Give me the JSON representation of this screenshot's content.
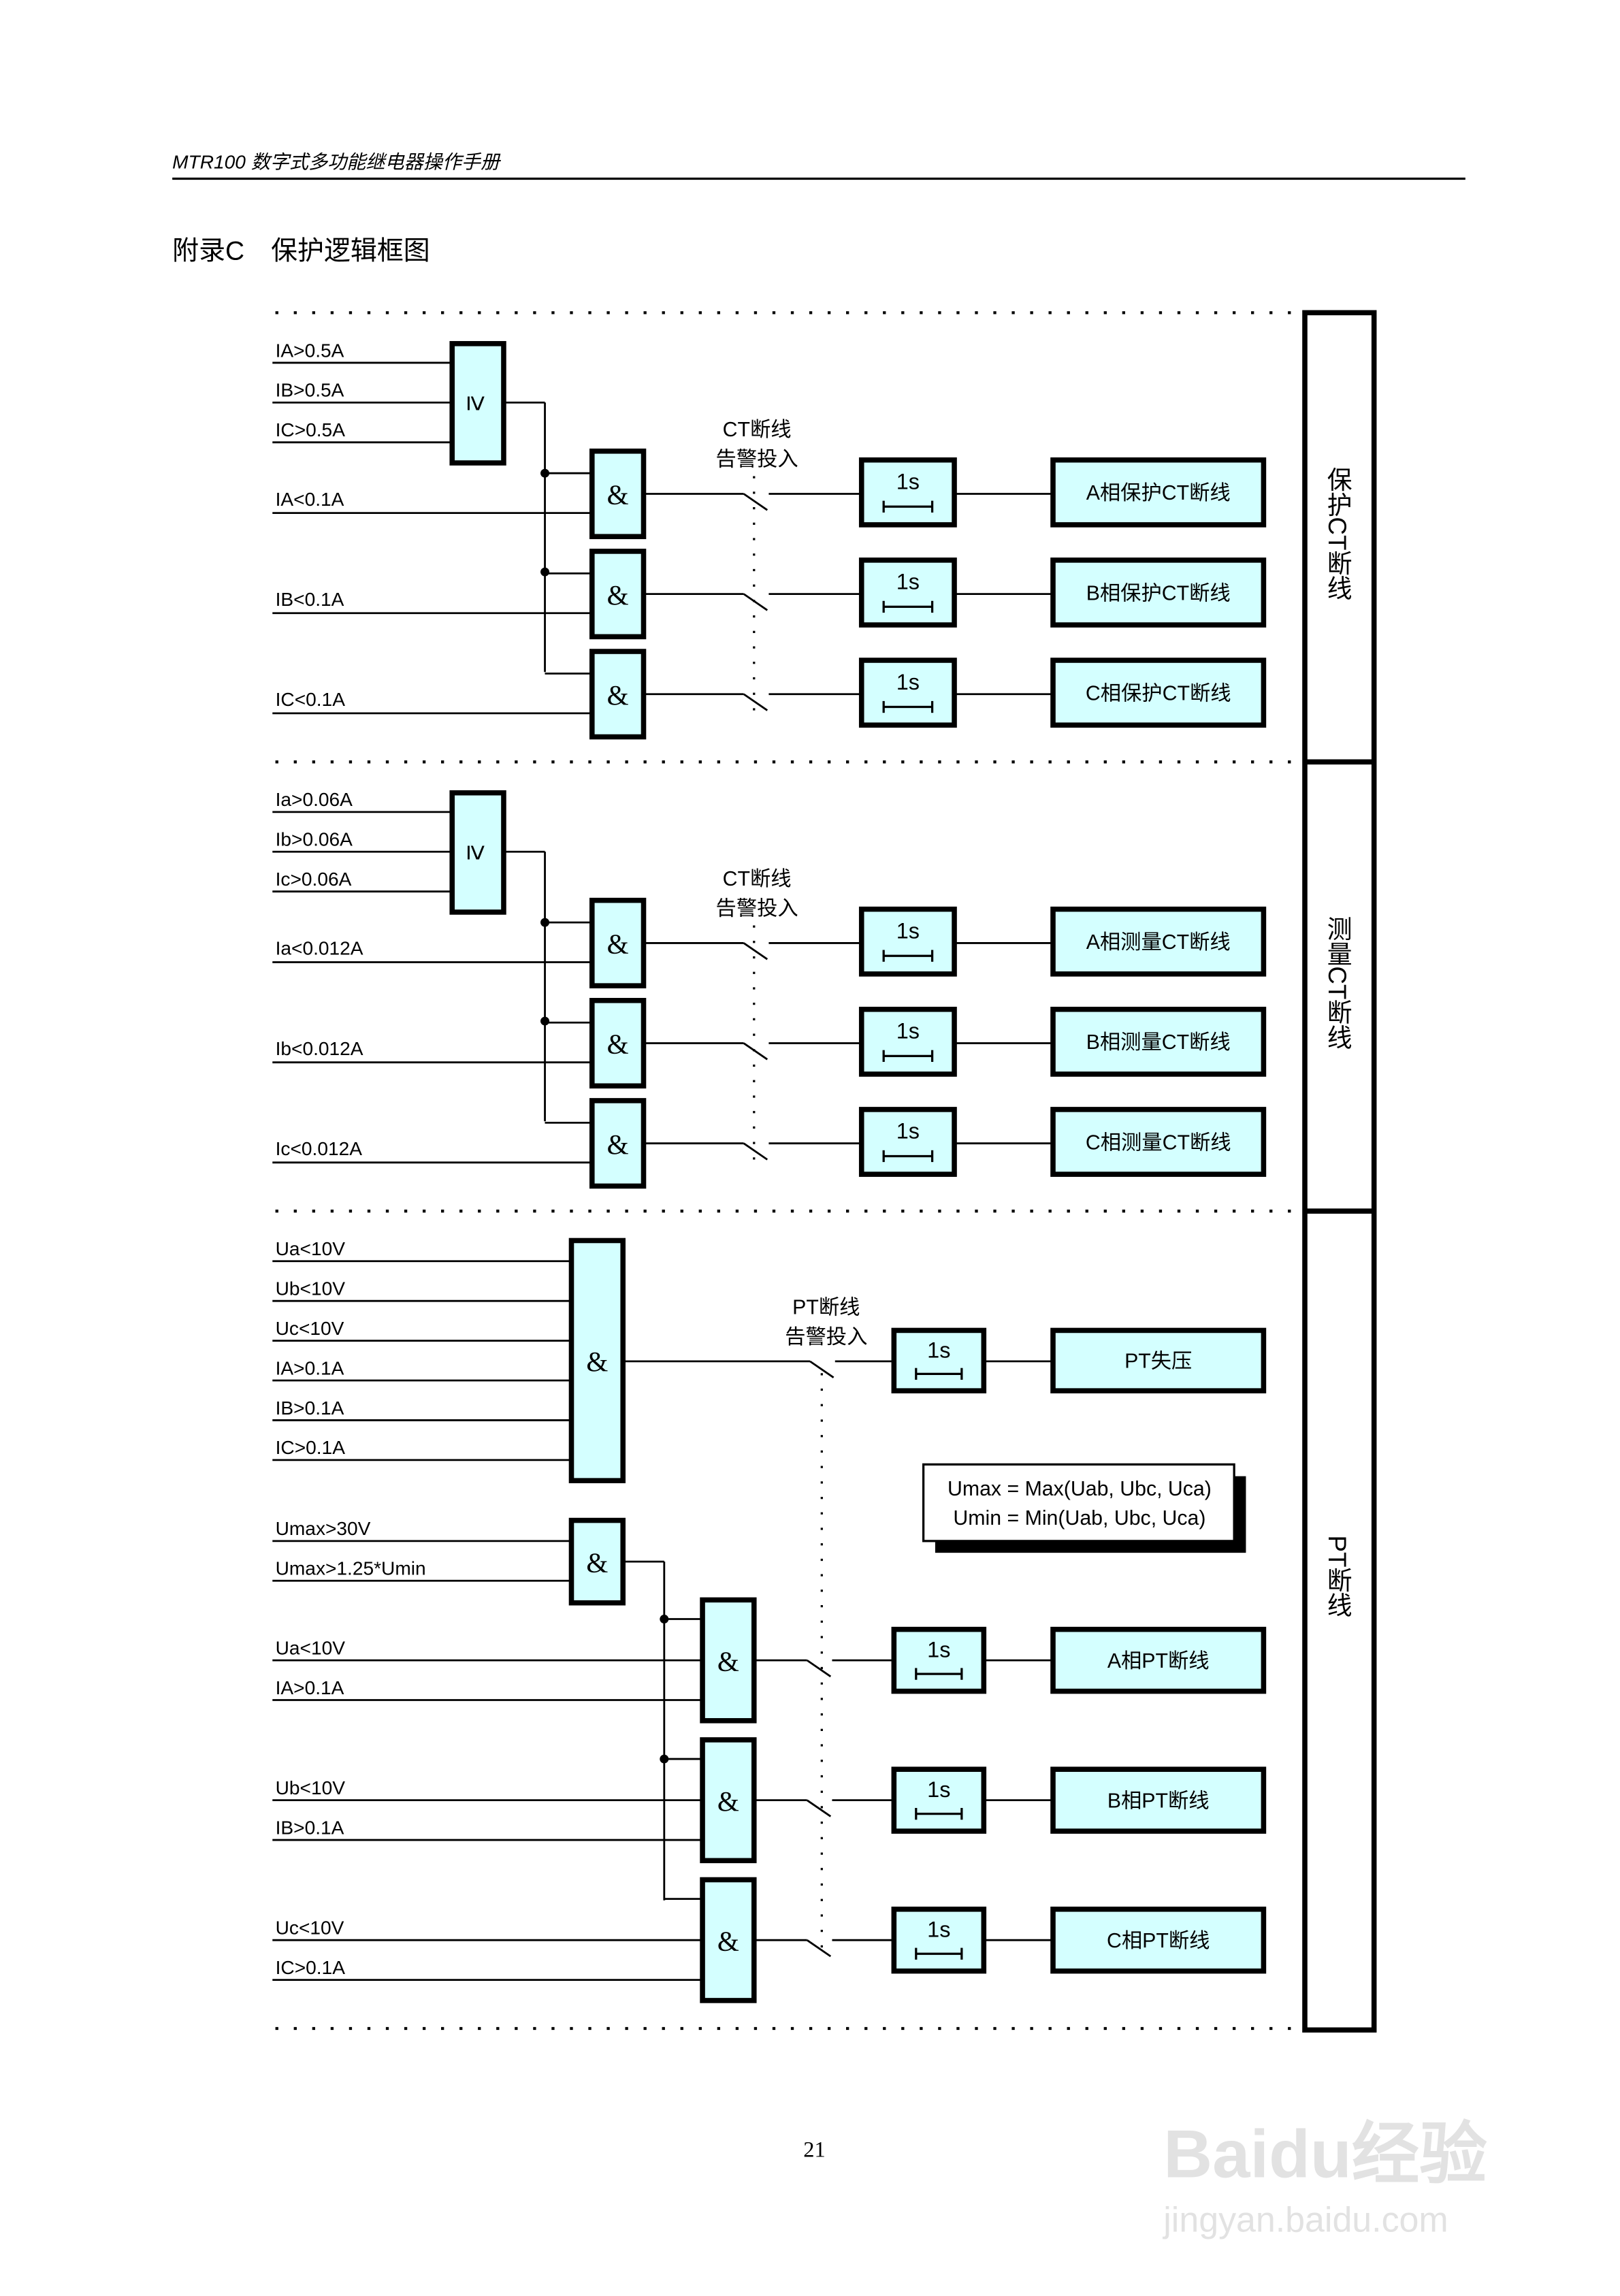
{
  "header": {
    "title": "MTR100 数字式多功能继电器操作手册"
  },
  "page_title": "附录C　保护逻辑框图",
  "colors": {
    "gate_fill": "#d4ffff",
    "line": "#000000",
    "watermark": "#dddddd"
  },
  "ct_sections": [
    {
      "side_label": "保护CT断线",
      "or_symbol": "≥",
      "and_symbol": "&",
      "or_inputs": [
        "IA>0.5A",
        "IB>0.5A",
        "IC>0.5A"
      ],
      "and_inputs": [
        "IA<0.1A",
        "IB<0.1A",
        "IC<0.1A"
      ],
      "switch_label": [
        "CT断线",
        "告警投入"
      ],
      "timer": "1s",
      "outputs": [
        "A相保护CT断线",
        "B相保护CT断线",
        "C相保护CT断线"
      ]
    },
    {
      "side_label": "测量CT断线",
      "or_symbol": "≥",
      "and_symbol": "&",
      "or_inputs": [
        "Ia>0.06A",
        "Ib>0.06A",
        "Ic>0.06A"
      ],
      "and_inputs": [
        "Ia<0.012A",
        "Ib<0.012A",
        "Ic<0.012A"
      ],
      "switch_label": [
        "CT断线",
        "告警投入"
      ],
      "timer": "1s",
      "outputs": [
        "A相测量CT断线",
        "B相测量CT断线",
        "C相测量CT断线"
      ]
    }
  ],
  "pt_section": {
    "side_label": "PT断线",
    "and_symbol": "&",
    "loss_inputs": [
      "Ua<10V",
      "Ub<10V",
      "Uc<10V",
      "IA>0.1A",
      "IB>0.1A",
      "IC>0.1A"
    ],
    "switch_label": [
      "PT断线",
      "告警投入"
    ],
    "timer": "1s",
    "loss_output": "PT失压",
    "formula": [
      "Umax = Max(Uab, Ubc, Uca)",
      "Umin = Min(Uab, Ubc, Uca)"
    ],
    "umax_inputs": [
      "Umax>30V",
      "Umax>1.25*Umin"
    ],
    "phases": [
      {
        "inputs": [
          "Ua<10V",
          "IA>0.1A"
        ],
        "output": "A相PT断线"
      },
      {
        "inputs": [
          "Ub<10V",
          "IB>0.1A"
        ],
        "output": "B相PT断线"
      },
      {
        "inputs": [
          "Uc<10V",
          "IC>0.1A"
        ],
        "output": "C相PT断线"
      }
    ]
  },
  "page_number": "21",
  "watermark": {
    "line1": "Baidu经验",
    "line2": "jingyan.baidu.com"
  }
}
